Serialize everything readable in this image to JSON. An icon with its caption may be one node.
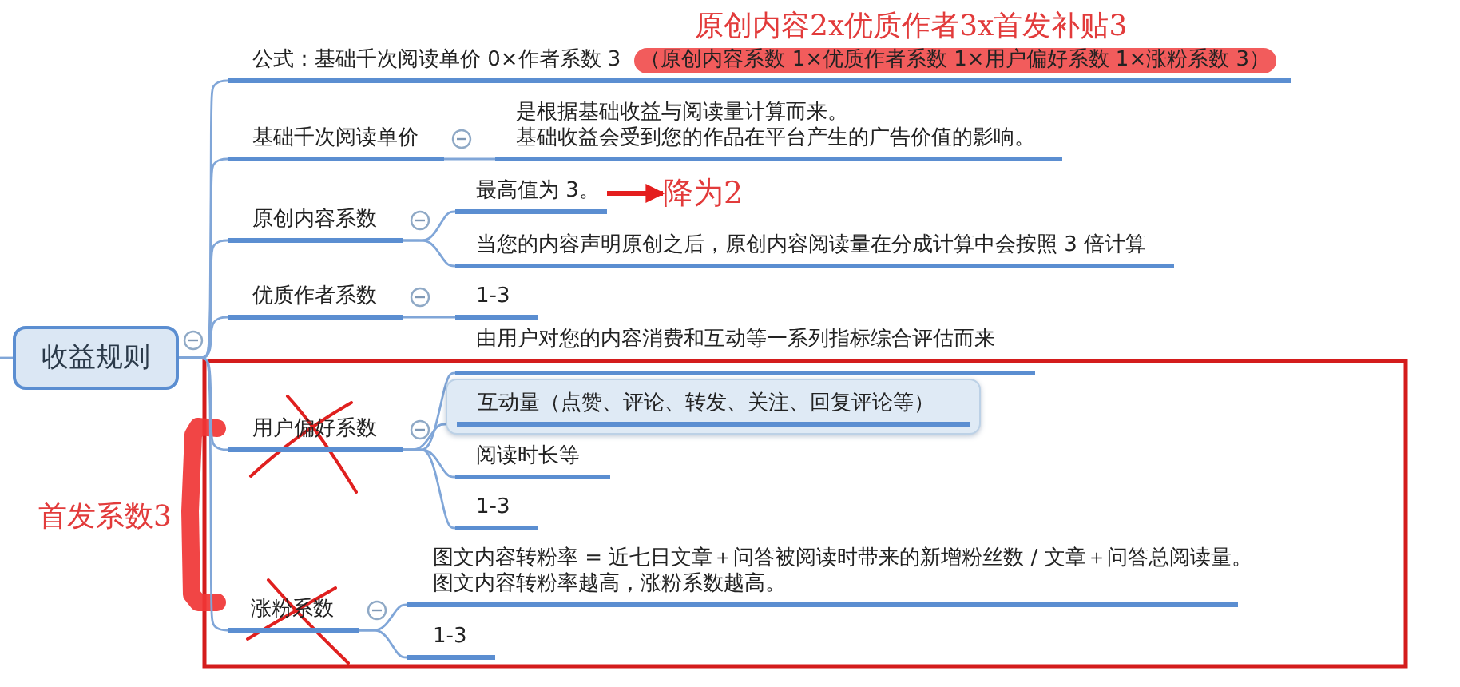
{
  "diagram": {
    "nodes": [
      {
        "text": [
          "收益规则"
        ]
      },
      {
        "text": [
          "公式：基础千次阅读单价 0×作者系数 3",
          "（原创内容系数 1×优质作者系数 1×用户偏好系数 1×涨粉系数 3）"
        ]
      },
      {
        "text": [
          "基础千次阅读单价"
        ]
      },
      {
        "text": [
          "是根据基础收益与阅读量计算而来。",
          "基础收益会受到您的作品在平台产生的广告价值的影响。"
        ]
      },
      {
        "text": [
          "原创内容系数"
        ]
      },
      {
        "text": [
          "最高值为 3。"
        ]
      },
      {
        "text": [
          "当您的内容声明原创之后，原创内容阅读量在分成计算中会按照 3 倍计算"
        ]
      },
      {
        "text": [
          "降为2"
        ]
      },
      {
        "text": [
          "优质作者系数"
        ]
      },
      {
        "text": [
          "1-3"
        ]
      },
      {
        "text": [
          "用户偏好系数"
        ]
      },
      {
        "text": [
          "由用户对您的内容消费和互动等一系列指标综合评估而来"
        ]
      },
      {
        "text": [
          "互动量（点赞、评论、转发、关注、回复评论等）"
        ]
      },
      {
        "text": [
          "阅读时长等"
        ]
      },
      {
        "text": [
          "1-3"
        ]
      },
      {
        "text": [
          "涨粉系数"
        ]
      },
      {
        "text": [
          "图文内容转粉率 = 近七日文章＋问答被阅读时带来的新增粉丝数 / 文章＋问答总阅读量。",
          "图文内容转粉率越高，涨粉系数越高。"
        ]
      },
      {
        "text": [
          "1-3"
        ]
      }
    ],
    "edges": [
      {
        "from": null,
        "to": 0,
        "arrow": "none"
      },
      {
        "from": 0,
        "to": 1,
        "arrow": "none"
      },
      {
        "from": 0,
        "to": 2,
        "arrow": "none"
      },
      {
        "from": 0,
        "to": 4,
        "arrow": "none"
      },
      {
        "from": 0,
        "to": 8,
        "arrow": "none"
      },
      {
        "from": 0,
        "to": 10,
        "arrow": "none"
      },
      {
        "from": 0,
        "to": 15,
        "arrow": "none"
      },
      {
        "from": 2,
        "to": 3,
        "arrow": "none"
      },
      {
        "from": 4,
        "to": 5,
        "arrow": "none"
      },
      {
        "from": 4,
        "to": 6,
        "arrow": "none"
      },
      {
        "from": 5,
        "to": 7,
        "arrow": "to",
        "style": "thick",
        "color": "#e41e1e"
      },
      {
        "from": 8,
        "to": 9,
        "arrow": "none"
      },
      {
        "from": 10,
        "to": 11,
        "arrow": "none"
      },
      {
        "from": 10,
        "to": 12,
        "arrow": "none"
      },
      {
        "from": 10,
        "to": 13,
        "arrow": "none"
      },
      {
        "from": 10,
        "to": 14,
        "arrow": "none"
      },
      {
        "from": 15,
        "to": 16,
        "arrow": "none"
      },
      {
        "from": 15,
        "to": 17,
        "arrow": "none"
      }
    ],
    "labels": [
      "原创内容2x优质作者3x首发补贴3",
      "首发系数3"
    ]
  }
}
